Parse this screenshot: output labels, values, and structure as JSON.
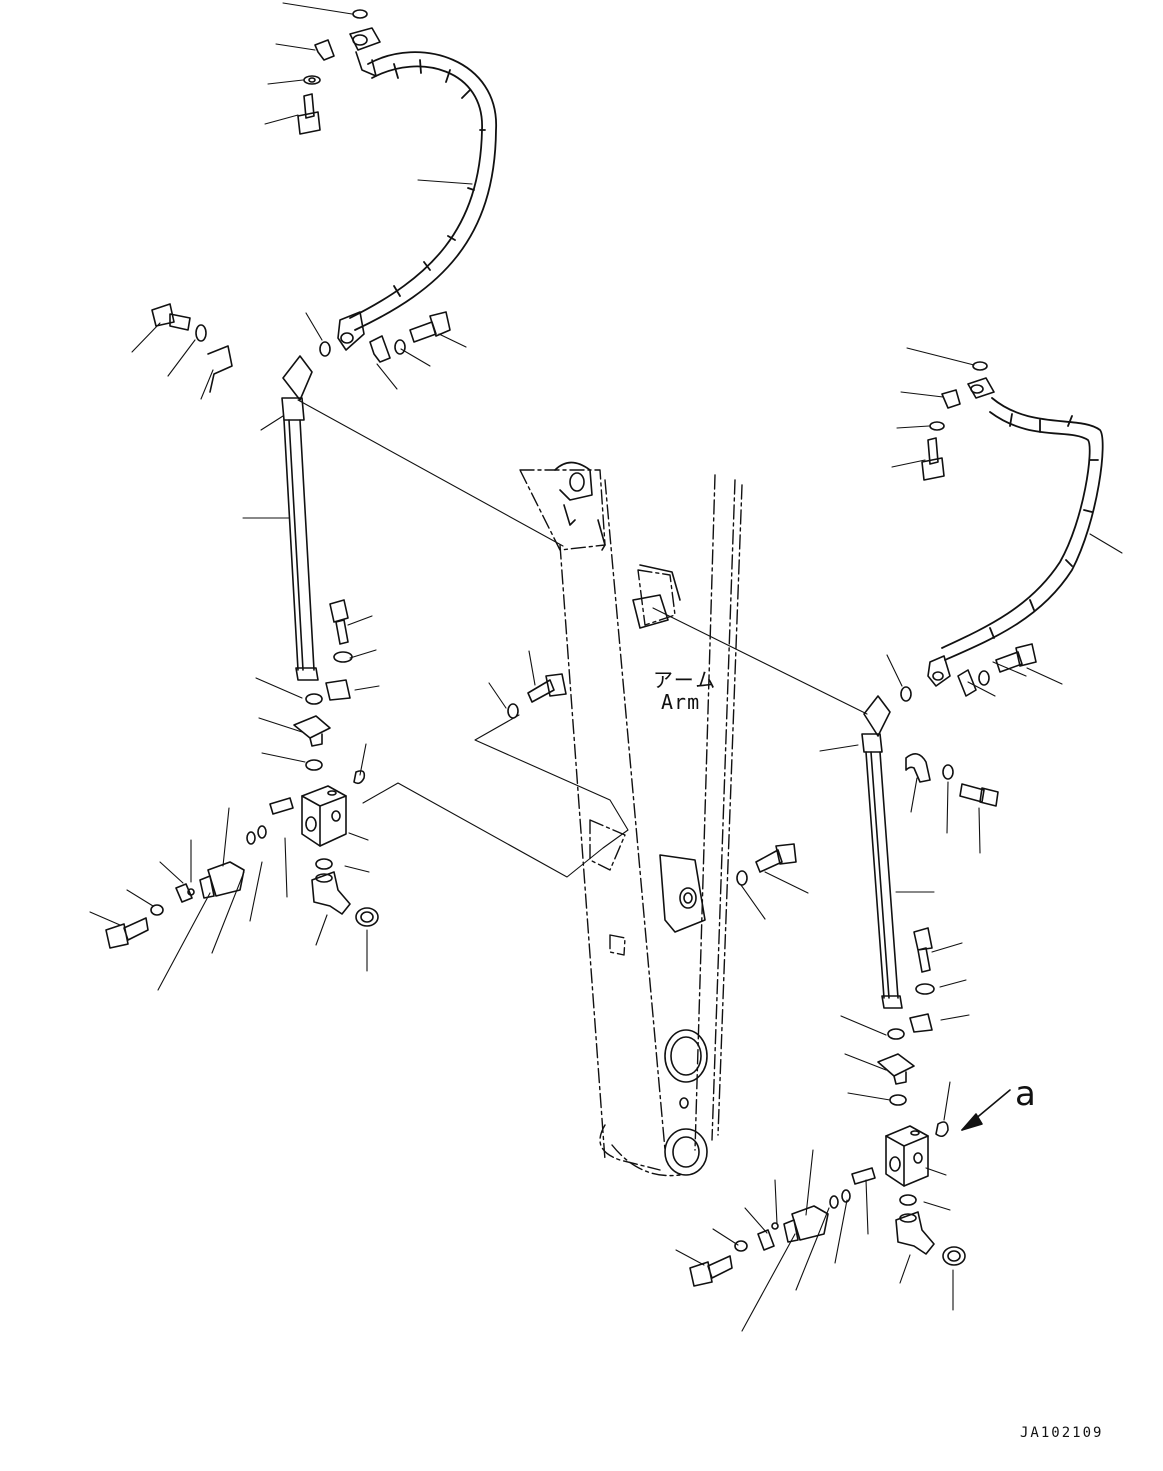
{
  "labels": {
    "arm_jp": "アーム",
    "arm_en": "Arm",
    "view_marker": "a",
    "drawing_no": "JA102109"
  },
  "colors": {
    "ink": "#111111",
    "background": "#ffffff"
  }
}
